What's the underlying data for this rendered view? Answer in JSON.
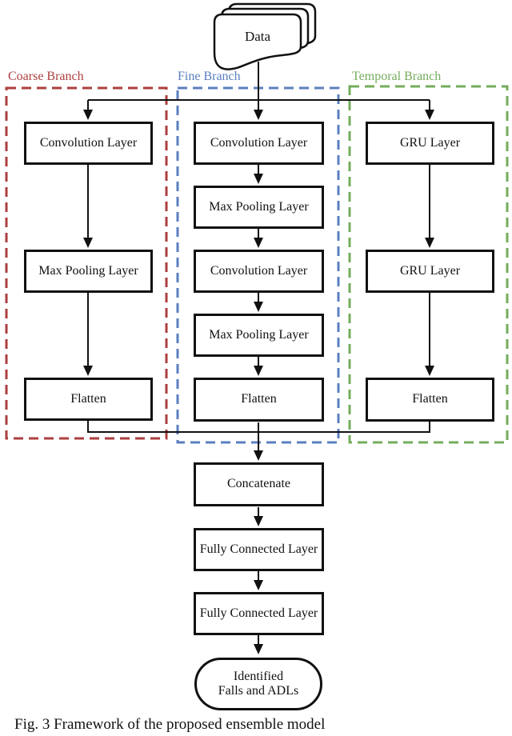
{
  "figure": {
    "data_node": "Data",
    "branches": [
      {
        "label": "Coarse Branch",
        "color": "#AC3F3F",
        "nodes": [
          "Convolution Layer",
          "Max Pooling Layer",
          "Flatten"
        ]
      },
      {
        "label": "Fine Branch",
        "color": "#5B7FC0",
        "nodes": [
          "Convolution Layer",
          "Max Pooling Layer",
          "Convolution Layer",
          "Max Pooling Layer",
          "Flatten"
        ]
      },
      {
        "label": "Temporal Branch",
        "color": "#74AC5C",
        "nodes": [
          "GRU Layer",
          "GRU Layer",
          "Flatten"
        ]
      }
    ],
    "tail": [
      "Concatenate",
      "Fully Connected Layer",
      "Fully Connected Layer"
    ],
    "terminal_line1": "Identified",
    "terminal_line2": "Falls and ADLs",
    "caption": "Fig. 3 Framework of the proposed ensemble model",
    "line_color": "#111111"
  }
}
